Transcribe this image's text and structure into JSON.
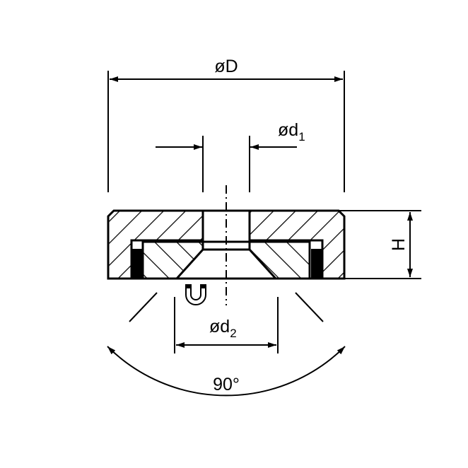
{
  "labels": {
    "outer_diameter": "øD",
    "hole_diameter_prefix": "ød",
    "hole_diameter_sub": "1",
    "countersink_diameter_prefix": "ød",
    "countersink_diameter_sub": "2",
    "height": "H",
    "angle": "90°"
  },
  "colors": {
    "line": "#000000",
    "background": "#ffffff"
  }
}
